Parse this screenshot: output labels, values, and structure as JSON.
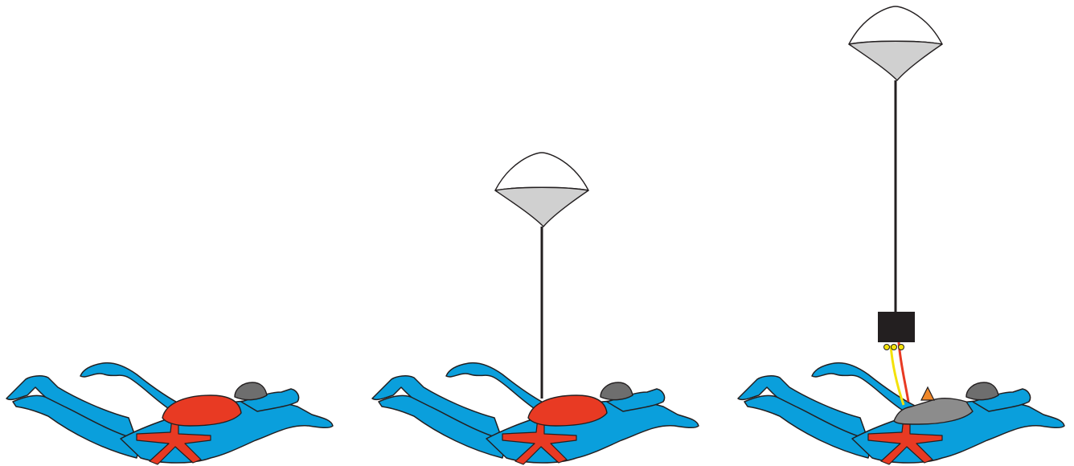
{
  "diagram": {
    "stages": [
      {
        "id": "stage-1",
        "state": "pack closed"
      },
      {
        "id": "stage-2",
        "state": "pilot chute deployed"
      },
      {
        "id": "stage-3",
        "state": "bag extracted"
      }
    ],
    "colors": {
      "body": "#0a9fdc",
      "harness": "#e83a23",
      "helmet": "#6e6e6e",
      "canopy_top": "#ffffff",
      "canopy_skirt": "#d0d0d0",
      "line": "#231f20",
      "bag": "#231f20",
      "stows": "#f4e20a",
      "lines_red": "#e83a23",
      "lines_yellow": "#f4e20a",
      "open_container": "#8c8c8c",
      "pilot_tab": "#f0882a"
    }
  }
}
